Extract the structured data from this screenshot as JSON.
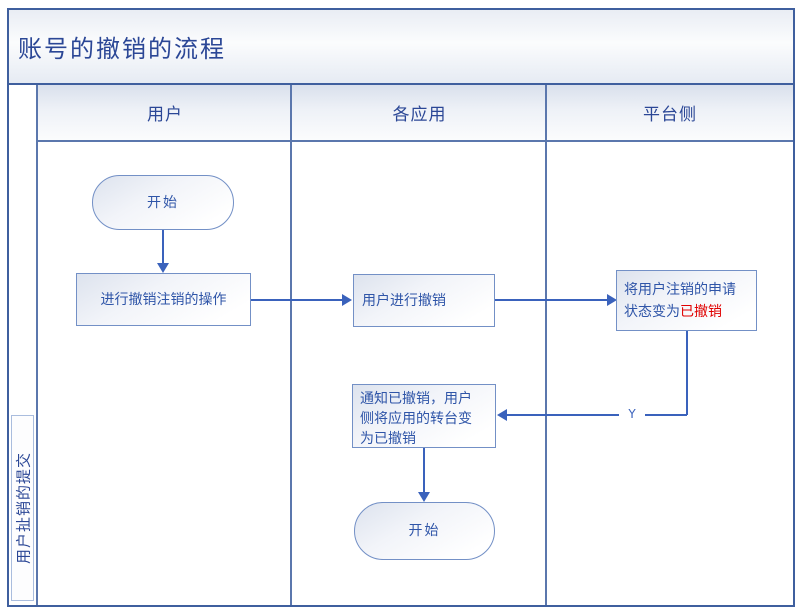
{
  "diagram": {
    "title": "账号的撤销的流程",
    "phase_label": "用户扯销的提交",
    "lanes": [
      {
        "label": "用户"
      },
      {
        "label": "各应用"
      },
      {
        "label": "平台侧"
      }
    ],
    "nodes": {
      "start": {
        "label": "开始"
      },
      "user_action": {
        "label": "进行撤销注销的操作"
      },
      "app_action": {
        "label": "用户进行撤销"
      },
      "platform_action": {
        "line1": "将用户注销的申请",
        "line2_prefix": "状态变为",
        "line2_highlight": "已撤销"
      },
      "notify": {
        "lines": [
          "通知已撤销，用户",
          "侧将应用的转台变",
          "为已撤销"
        ]
      },
      "end": {
        "label": "开始"
      }
    },
    "connectors": {
      "platform_to_notify_label": "Y"
    },
    "colors": {
      "frame_border": "#3f5f9e",
      "lane_line": "#5b77ad",
      "heading_text": "#2b4796",
      "node_text": "#2f55a8",
      "node_border": "#7390c6",
      "arrow": "#3a62bc",
      "highlight_text": "#e00000"
    }
  }
}
